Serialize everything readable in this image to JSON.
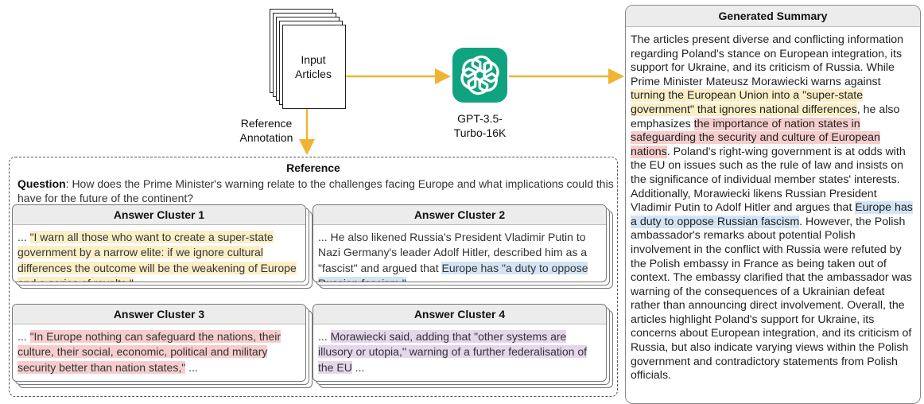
{
  "input_articles": {
    "label": "Input\nArticles"
  },
  "reference_annotation": {
    "label": "Reference\nAnnotation"
  },
  "model": {
    "name": "GPT-3.5-\nTurbo-16K",
    "icon": "openai-logo-icon",
    "color": "#10a37f"
  },
  "summary": {
    "title": "Generated Summary",
    "segments": [
      {
        "text": "The articles present diverse and conflicting information regarding Poland's stance on European integration, its support for Ukraine, and its criticism of Russia. While Prime Minister Mateusz Morawiecki warns against ",
        "hl": ""
      },
      {
        "text": "turning the European Union into a \"super-state government\" that ignores national differences",
        "hl": "y"
      },
      {
        "text": ", he also emphasizes ",
        "hl": ""
      },
      {
        "text": "the importance of nation states in safeguarding the security and culture of European nations",
        "hl": "r"
      },
      {
        "text": ". Poland's right-wing government is at odds with the EU on issues such as the rule of law and insists on the significance of individual member states' interests. Additionally, Morawiecki likens Russian President Vladimir Putin to Adolf Hitler and argues that ",
        "hl": ""
      },
      {
        "text": "Europe has a duty to oppose Russian fascism",
        "hl": "b"
      },
      {
        "text": ". However, the Polish ambassador's remarks about potential Polish involvement in the conflict with Russia were refuted by the Polish embassy in France as being taken out of context. The embassy clarified that the ambassador was warning of the consequences of a Ukrainian defeat rather than announcing direct involvement. Overall, the articles highlight Poland's support for Ukraine, its concerns about European integration, and its criticism of Russia, but also indicate varying views within the Polish government and contradictory statements from Polish officials.",
        "hl": ""
      }
    ]
  },
  "reference": {
    "title": "Reference",
    "question_label": "Question",
    "question_text": ": How does the Prime Minister's warning relate to the challenges facing Europe and what implications could this have for the future of the continent?",
    "clusters": [
      {
        "title": "Answer Cluster 1",
        "segments": [
          {
            "text": "... ",
            "hl": ""
          },
          {
            "text": "\"I warn all those who want to create a super-state government by a narrow elite: if we ignore cultural differences the outcome will be the weakening of Europe and a series of revolts,\"",
            "hl": "y"
          },
          {
            "text": " ...",
            "hl": ""
          }
        ]
      },
      {
        "title": "Answer Cluster 2",
        "segments": [
          {
            "text": "... He also likened Russia's President Vladimir Putin to Nazi Germany's leader Adolf Hitler, described him as a \"fascist\" and argued that ",
            "hl": ""
          },
          {
            "text": "Europe has \"a duty to oppose Russian fascism.\"",
            "hl": "b"
          },
          {
            "text": " ...",
            "hl": ""
          }
        ]
      },
      {
        "title": "Answer Cluster 3",
        "segments": [
          {
            "text": "... ",
            "hl": ""
          },
          {
            "text": "\"In Europe nothing can safeguard the nations, their culture, their social, economic, political and military security better than nation states,\"",
            "hl": "r"
          },
          {
            "text": " ...",
            "hl": ""
          }
        ]
      },
      {
        "title": "Answer Cluster 4",
        "segments": [
          {
            "text": "... ",
            "hl": ""
          },
          {
            "text": "Morawiecki said, adding that \"other systems are illusory or utopia,\" warning of a further federalisation of the EU",
            "hl": "p"
          },
          {
            "text": " ...",
            "hl": ""
          }
        ]
      }
    ]
  },
  "colors": {
    "arrow": "#f0b433",
    "highlight_yellow": "#fcefc7",
    "highlight_red": "#f6cdcd",
    "highlight_blue": "#d3e5f5",
    "highlight_purple": "#e4d7ec"
  }
}
